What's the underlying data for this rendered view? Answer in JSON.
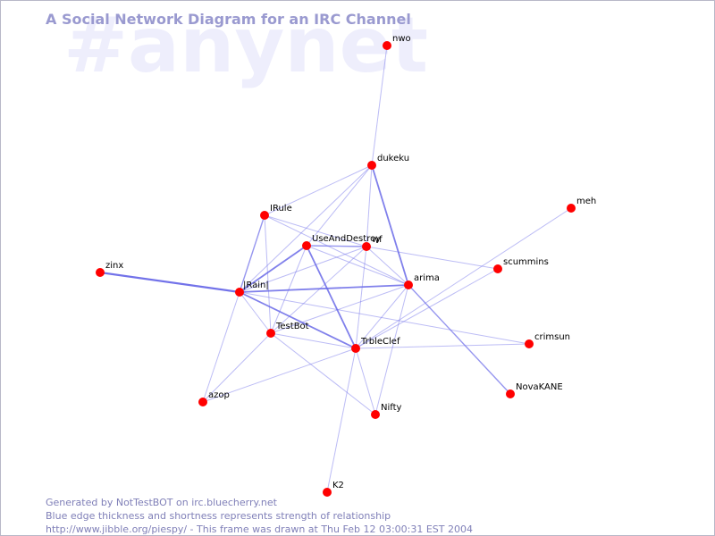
{
  "watermark": "#anynet",
  "title": "A Social Network Diagram for an IRC Channel",
  "footer": {
    "line1": "Generated by NotTestBOT on irc.bluecherry.net",
    "line2": "Blue edge thickness and shortness represents strength of relationship",
    "line3": "http://www.jibble.org/piespy/ - This frame was drawn at Thu Feb 12 03:00:31 EST 2004"
  },
  "colors": {
    "node": "#ff0000",
    "edge": "#6a6ae8",
    "title": "#9a9ad0",
    "footer": "#8080b8",
    "watermark": "#eeeefc"
  },
  "nodes": [
    {
      "id": "nwo",
      "label": "nwo"
    },
    {
      "id": "dukeku",
      "label": "dukeku"
    },
    {
      "id": "meh",
      "label": "meh"
    },
    {
      "id": "IRule",
      "label": "IRule"
    },
    {
      "id": "UseAndDestroy",
      "label": "UseAndDestroy"
    },
    {
      "id": "wf",
      "label": "wf"
    },
    {
      "id": "zinx",
      "label": "zinx"
    },
    {
      "id": "scummins",
      "label": "scummins"
    },
    {
      "id": "Rain",
      "label": "|Rain|"
    },
    {
      "id": "arima",
      "label": "arima"
    },
    {
      "id": "TestBot",
      "label": "TestBot"
    },
    {
      "id": "crimsun",
      "label": "crimsun"
    },
    {
      "id": "TrbleClef",
      "label": "TrbleClef"
    },
    {
      "id": "NovaKANE",
      "label": "NovaKANE"
    },
    {
      "id": "azop",
      "label": "azop"
    },
    {
      "id": "Nifty",
      "label": "Nifty"
    },
    {
      "id": "K2",
      "label": "K2"
    }
  ],
  "edges": [
    {
      "source": "zinx",
      "target": "Rain",
      "strength": 3
    },
    {
      "source": "Rain",
      "target": "UseAndDestroy",
      "strength": 2
    },
    {
      "source": "Rain",
      "target": "TrbleClef",
      "strength": 2
    },
    {
      "source": "Rain",
      "target": "arima",
      "strength": 2
    },
    {
      "source": "dukeku",
      "target": "arima",
      "strength": 2
    },
    {
      "source": "UseAndDestroy",
      "target": "TrbleClef",
      "strength": 2
    },
    {
      "source": "arima",
      "target": "NovaKANE",
      "strength": 1.5
    },
    {
      "source": "Rain",
      "target": "IRule",
      "strength": 1.5
    },
    {
      "source": "UseAndDestroy",
      "target": "wf",
      "strength": 1.5
    },
    {
      "source": "nwo",
      "target": "dukeku",
      "strength": 1
    },
    {
      "source": "dukeku",
      "target": "IRule",
      "strength": 1
    },
    {
      "source": "dukeku",
      "target": "UseAndDestroy",
      "strength": 1
    },
    {
      "source": "dukeku",
      "target": "wf",
      "strength": 1
    },
    {
      "source": "dukeku",
      "target": "Rain",
      "strength": 1
    },
    {
      "source": "IRule",
      "target": "arima",
      "strength": 1
    },
    {
      "source": "IRule",
      "target": "TestBot",
      "strength": 1
    },
    {
      "source": "IRule",
      "target": "wf",
      "strength": 1
    },
    {
      "source": "UseAndDestroy",
      "target": "arima",
      "strength": 1
    },
    {
      "source": "UseAndDestroy",
      "target": "TestBot",
      "strength": 1
    },
    {
      "source": "wf",
      "target": "arima",
      "strength": 1
    },
    {
      "source": "wf",
      "target": "scummins",
      "strength": 1
    },
    {
      "source": "wf",
      "target": "TestBot",
      "strength": 1
    },
    {
      "source": "wf",
      "target": "TrbleClef",
      "strength": 1
    },
    {
      "source": "wf",
      "target": "Rain",
      "strength": 1
    },
    {
      "source": "meh",
      "target": "TrbleClef",
      "strength": 1
    },
    {
      "source": "arima",
      "target": "TrbleClef",
      "strength": 1
    },
    {
      "source": "arima",
      "target": "TestBot",
      "strength": 1
    },
    {
      "source": "arima",
      "target": "Nifty",
      "strength": 1
    },
    {
      "source": "TestBot",
      "target": "TrbleClef",
      "strength": 1
    },
    {
      "source": "TestBot",
      "target": "Nifty",
      "strength": 1
    },
    {
      "source": "TestBot",
      "target": "azop",
      "strength": 1
    },
    {
      "source": "TestBot",
      "target": "Rain",
      "strength": 1
    },
    {
      "source": "TrbleClef",
      "target": "crimsun",
      "strength": 1
    },
    {
      "source": "TrbleClef",
      "target": "Nifty",
      "strength": 1
    },
    {
      "source": "TrbleClef",
      "target": "K2",
      "strength": 1
    },
    {
      "source": "TrbleClef",
      "target": "azop",
      "strength": 1
    },
    {
      "source": "TrbleClef",
      "target": "scummins",
      "strength": 1
    },
    {
      "source": "Rain",
      "target": "azop",
      "strength": 1
    },
    {
      "source": "Rain",
      "target": "crimsun",
      "strength": 1
    }
  ]
}
